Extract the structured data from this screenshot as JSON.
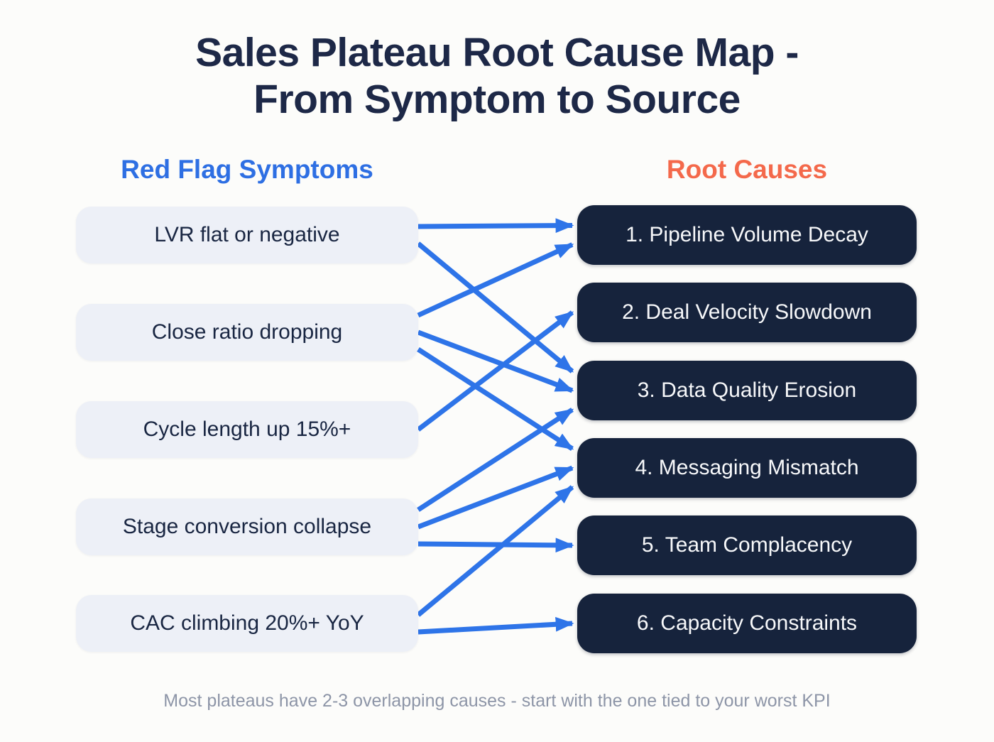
{
  "title": {
    "line1": "Sales Plateau Root Cause Map -",
    "line2": "From Symptom to Source"
  },
  "symptoms": {
    "header": "Red Flag Symptoms",
    "items": [
      "LVR flat or negative",
      "Close ratio dropping",
      "Cycle length up 15%+",
      "Stage conversion collapse",
      "CAC climbing 20%+ YoY"
    ]
  },
  "causes": {
    "header": "Root Causes",
    "items": [
      "1. Pipeline Volume Decay",
      "2. Deal Velocity Slowdown",
      "3. Data Quality Erosion",
      "4. Messaging Mismatch",
      "5. Team Complacency",
      "6. Capacity Constraints"
    ]
  },
  "connections": [
    {
      "from": 0,
      "to": 0
    },
    {
      "from": 0,
      "to": 2
    },
    {
      "from": 1,
      "to": 0
    },
    {
      "from": 1,
      "to": 2
    },
    {
      "from": 1,
      "to": 3
    },
    {
      "from": 2,
      "to": 1
    },
    {
      "from": 3,
      "to": 2
    },
    {
      "from": 3,
      "to": 3
    },
    {
      "from": 3,
      "to": 4
    },
    {
      "from": 4,
      "to": 3
    },
    {
      "from": 4,
      "to": 5
    }
  ],
  "footer": "Most plateaus have 2-3 overlapping causes - start with the one tied to your worst KPI",
  "colors": {
    "arrow": "#2e74e8",
    "title": "#1d2847",
    "symptom_header": "#2e6fe3",
    "cause_header": "#f4694b",
    "symptom_box_bg": "#edf0f7",
    "cause_box_bg": "#16233c",
    "background": "#fcfcfa"
  }
}
